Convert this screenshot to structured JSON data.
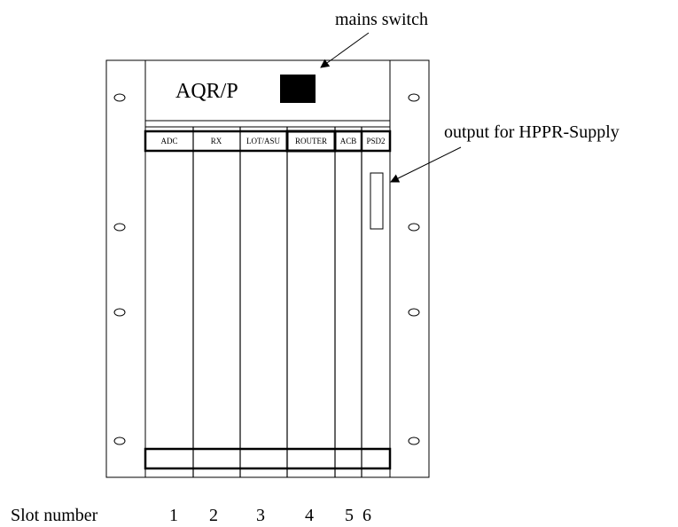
{
  "rack": {
    "title": "AQR/P",
    "cards": [
      {
        "label": "ADC",
        "slot": "1"
      },
      {
        "label": "RX",
        "slot": "2"
      },
      {
        "label": "LOT/ASU",
        "slot": "3"
      },
      {
        "label": "ROUTER",
        "slot": "4"
      },
      {
        "label": "ACB",
        "slot": "5"
      },
      {
        "label": "PSD2",
        "slot": "6"
      }
    ]
  },
  "annotations": {
    "mains_switch": "mains switch",
    "output": "output for HPPR-Supply"
  },
  "slot_row": {
    "label": "Slot number"
  }
}
